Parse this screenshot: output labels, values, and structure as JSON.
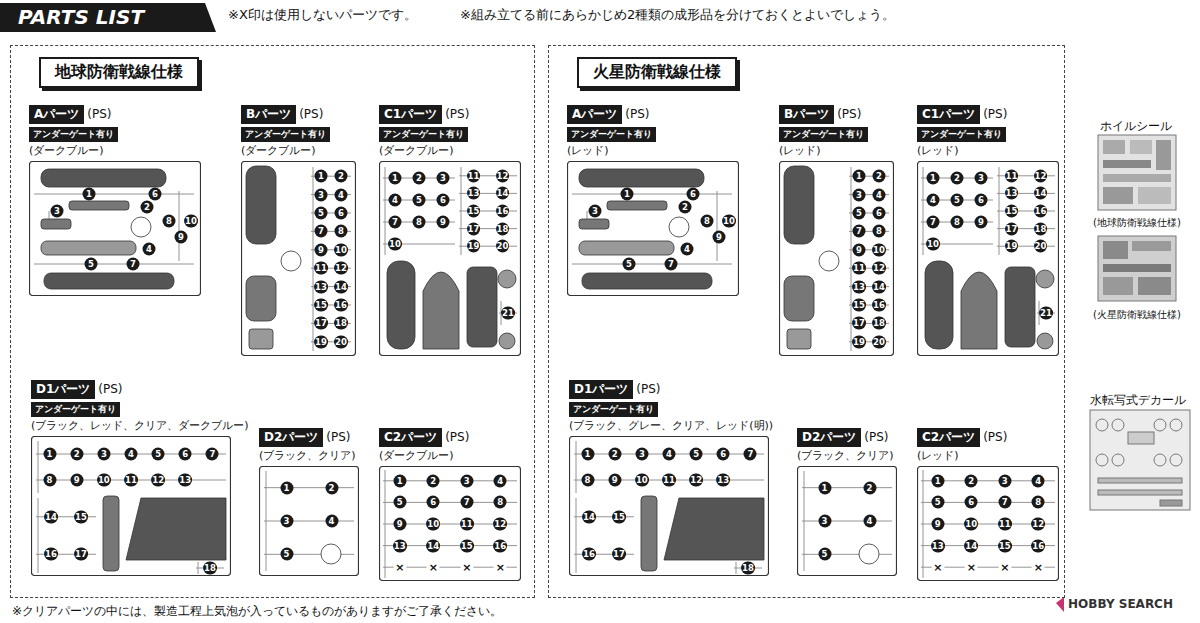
{
  "diagram": {
    "title": "PARTS LIST",
    "nodes": [
      {
        "text": [
          "地球防衛戦線仕様"
        ]
      },
      {
        "text": [
          "Aパーツ",
          "(PS)",
          "アンダーゲート有り",
          "(ダークブルー)"
        ],
        "in": 0
      },
      {
        "text": [
          "Bパーツ",
          "(PS)",
          "アンダーゲート有り",
          "(ダークブルー)"
        ],
        "in": 0
      },
      {
        "text": [
          "C1パーツ",
          "(PS)",
          "アンダーゲート有り",
          "(ダークブルー)"
        ],
        "in": 0
      },
      {
        "text": [
          "D1パーツ",
          "(PS)",
          "アンダーゲート有り",
          "(ブラック、レッド、クリア、ダークブルー)"
        ],
        "in": 0
      },
      {
        "text": [
          "D2パーツ",
          "(PS)",
          "(ブラック、クリア)"
        ],
        "in": 0
      },
      {
        "text": [
          "C2パーツ",
          "(PS)",
          "(ダークブルー)"
        ],
        "in": 0
      },
      {
        "text": [
          "火星防衛戦線仕様"
        ]
      },
      {
        "text": [
          "Aパーツ",
          "(PS)",
          "アンダーゲート有り",
          "(レッド)"
        ],
        "in": 7
      },
      {
        "text": [
          "Bパーツ",
          "(PS)",
          "アンダーゲート有り",
          "(レッド)"
        ],
        "in": 7
      },
      {
        "text": [
          "C1パーツ",
          "(PS)",
          "アンダーゲート有り",
          "(レッド)"
        ],
        "in": 7
      },
      {
        "text": [
          "D1パーツ",
          "(PS)",
          "アンダーゲート有り",
          "(ブラック、グレー、クリア、レッド(明))"
        ],
        "in": 7
      },
      {
        "text": [
          "D2パーツ",
          "(PS)",
          "(ブラック、クリア)"
        ],
        "in": 7
      },
      {
        "text": [
          "C2パーツ",
          "(PS)",
          "(レッド)"
        ],
        "in": 7
      }
    ],
    "labels": [
      "※X印は使用しないパーツです。",
      "※組み立てる前にあらかじめ2種類の成形品を分けておくとよいでしょう。",
      "ホイルシール",
      "(地球防衛戦線仕様)",
      "(火星防衛戦線仕様)",
      "水転写式デカール",
      "※クリアパーツの中には、製造工程上気泡が入っているものがありますがご了承ください。",
      "HOBBY SEARCH",
      "1",
      "2",
      "3",
      "4",
      "5",
      "6",
      "7",
      "8",
      "9",
      "10",
      "1",
      "2",
      "3",
      "4",
      "5",
      "6",
      "7",
      "8",
      "9",
      "10",
      "11",
      "12",
      "13",
      "14",
      "15",
      "16",
      "17",
      "18",
      "19",
      "20",
      "1",
      "2",
      "3",
      "4",
      "5",
      "6",
      "7",
      "8",
      "9",
      "10",
      "11",
      "12",
      "13",
      "14",
      "15",
      "16",
      "17",
      "18",
      "19",
      "20",
      "21",
      "1",
      "2",
      "3",
      "4",
      "5",
      "6",
      "7",
      "8",
      "9",
      "10",
      "11",
      "12",
      "13",
      "14",
      "15",
      "16",
      "17",
      "18",
      "1",
      "2",
      "3",
      "4",
      "5",
      "1",
      "2",
      "3",
      "4",
      "5",
      "6",
      "7",
      "8",
      "9",
      "10",
      "11",
      "12",
      "13",
      "14",
      "15",
      "16",
      "×",
      "×",
      "×",
      "×",
      "1",
      "2",
      "3",
      "4",
      "5",
      "6",
      "7",
      "8",
      "9",
      "10",
      "1",
      "2",
      "3",
      "4",
      "5",
      "6",
      "7",
      "8",
      "9",
      "10",
      "11",
      "12",
      "13",
      "14",
      "15",
      "16",
      "17",
      "18",
      "19",
      "20",
      "1",
      "2",
      "3",
      "4",
      "5",
      "6",
      "7",
      "8",
      "9",
      "10",
      "11",
      "12",
      "13",
      "14",
      "15",
      "16",
      "17",
      "18",
      "19",
      "20",
      "21",
      "1",
      "2",
      "3",
      "4",
      "5",
      "6",
      "7",
      "8",
      "9",
      "10",
      "11",
      "12",
      "13",
      "14",
      "15",
      "16",
      "17",
      "18",
      "1",
      "2",
      "3",
      "4",
      "5",
      "1",
      "2",
      "3",
      "4",
      "5",
      "6",
      "7",
      "8",
      "9",
      "10",
      "11",
      "12",
      "13",
      "14",
      "15",
      "16",
      "×",
      "×",
      "×",
      "×"
    ]
  }
}
